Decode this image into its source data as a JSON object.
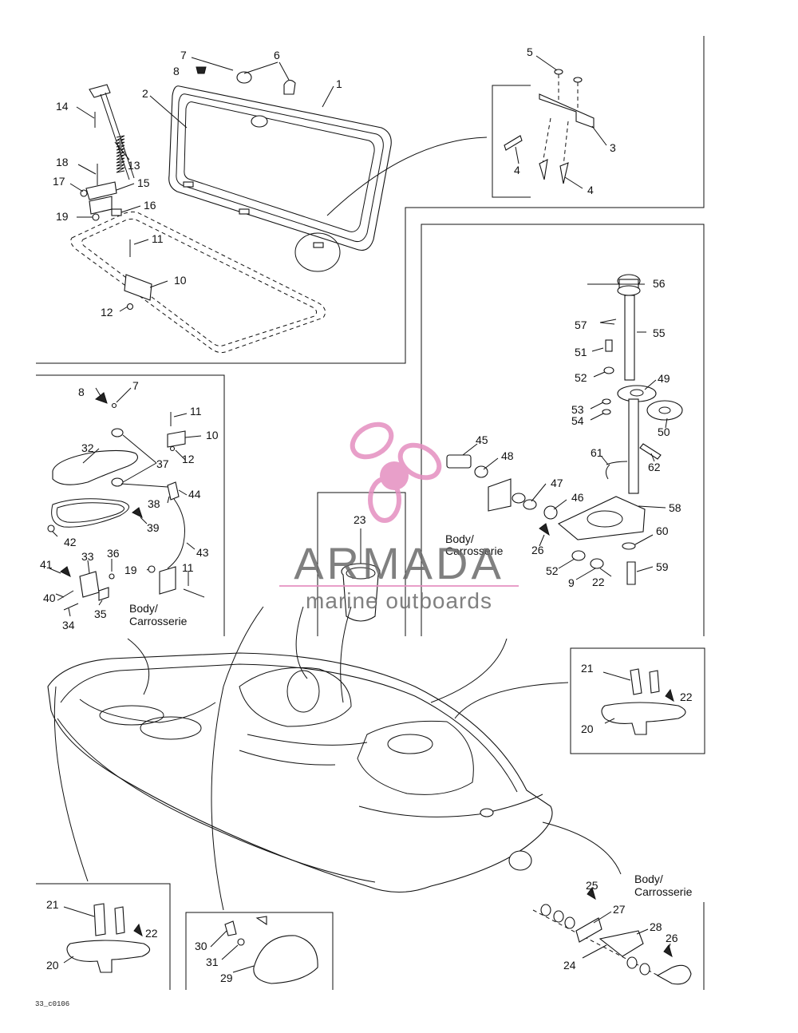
{
  "watermark": {
    "brand": "ARMADA",
    "tagline": "marine outboards",
    "brand_color": "#6b6b6b",
    "accent_color": "#e58fc0"
  },
  "drawing_code": "33_c0106",
  "body_label": [
    "Body/",
    "Carrosserie"
  ],
  "callouts": {
    "c1": "1",
    "c2": "2",
    "c3": "3",
    "c4a": "4",
    "c4b": "4",
    "c5": "5",
    "c6": "6",
    "c7": "7",
    "c8": "8",
    "c10": "10",
    "c11": "11",
    "c12": "12",
    "c13": "13",
    "c14": "14",
    "c15": "15",
    "c16": "16",
    "c17": "17",
    "c18": "18",
    "c19": "19",
    "c7b": "7",
    "c8b": "8",
    "c10b": "10",
    "c11b": "11",
    "c12b": "12",
    "c19b": "19",
    "c11c": "11",
    "c32": "32",
    "c33": "33",
    "c34": "34",
    "c35": "35",
    "c36": "36",
    "c37": "37",
    "c38": "38",
    "c39": "39",
    "c40": "40",
    "c41": "41",
    "c42": "42",
    "c43": "43",
    "c44": "44",
    "c23": "23",
    "c45": "45",
    "c46": "46",
    "c47": "47",
    "c48": "48",
    "c49": "49",
    "c50": "50",
    "c51": "51",
    "c52": "52",
    "c52b": "52",
    "c53": "53",
    "c54": "54",
    "c55": "55",
    "c56": "56",
    "c57": "57",
    "c58": "58",
    "c59": "59",
    "c60": "60",
    "c61": "61",
    "c62": "62",
    "c26": "26",
    "c9": "9",
    "c22": "22",
    "c21a": "21",
    "c22a": "22",
    "c20a": "20",
    "c21b": "21",
    "c22b": "22",
    "c20b": "20",
    "c30": "30",
    "c31": "31",
    "c29": "29",
    "c24": "24",
    "c25": "25",
    "c26b": "26",
    "c27": "27",
    "c28": "28"
  }
}
